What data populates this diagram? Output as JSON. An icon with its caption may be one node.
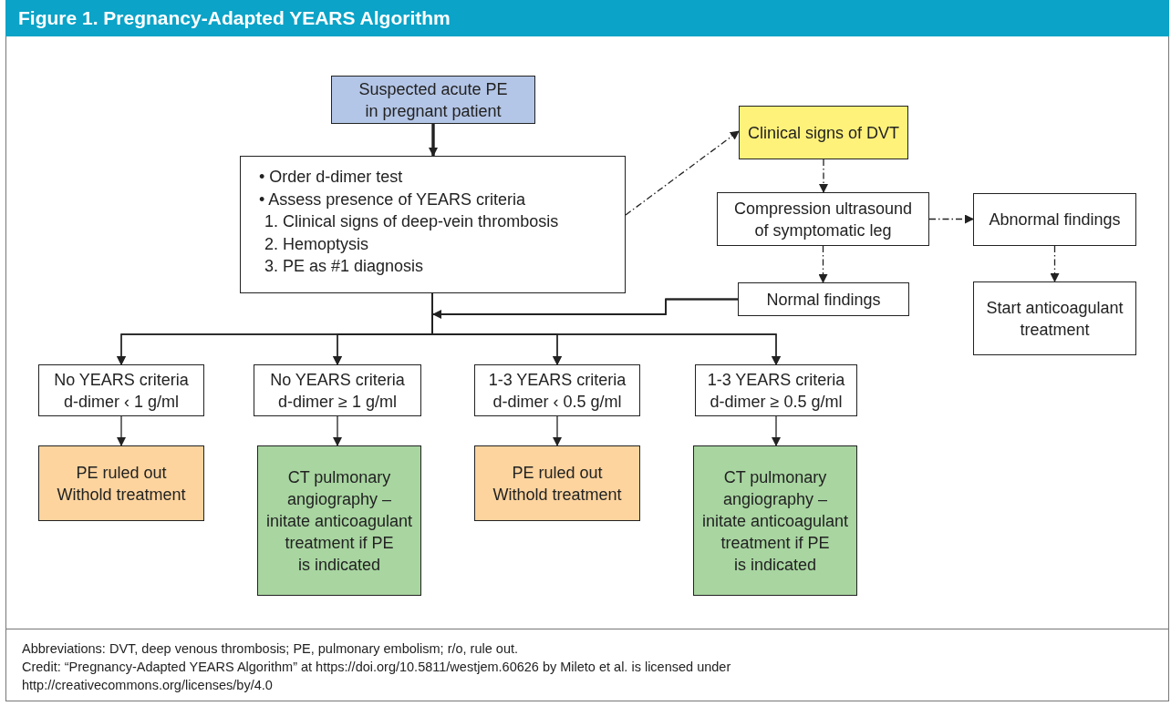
{
  "diagram": {
    "title": "Figure 1. Pregnancy-Adapted YEARS Algorithm",
    "nodes": [
      {
        "text": [
          "Suspected acute PE in pregnant patient"
        ]
      },
      {
        "text": [
          "• Order d-dimer test",
          "• Assess presence of YEARS criteria",
          "1. Clinical signs of deep-vein thrombosis",
          "2. Hemoptysis",
          "3. PE as #1 diagnosis"
        ]
      },
      {
        "text": [
          "Clinical signs of DVT"
        ]
      },
      {
        "text": [
          "Compression ultrasound of symptomatic leg"
        ]
      },
      {
        "text": [
          "Abnormal findings"
        ]
      },
      {
        "text": [
          "Start anticoagulant treatment"
        ]
      },
      {
        "text": [
          "Normal findings"
        ]
      },
      {
        "text": [
          "No YEARS criteria d-dimer ‹ 1 g/ml"
        ]
      },
      {
        "text": [
          "No YEARS criteria d-dimer ≥ 1 g/ml"
        ]
      },
      {
        "text": [
          "1-3 YEARS criteria d-dimer ‹ 0.5 g/ml"
        ]
      },
      {
        "text": [
          "1-3 YEARS criteria d-dimer ≥ 0.5 g/ml"
        ]
      },
      {
        "text": [
          "PE ruled out Withold treatment"
        ]
      },
      {
        "text": [
          "CT pulmonary angiography – initate anticoagulant treatment if PE is indicated"
        ]
      },
      {
        "text": [
          "PE ruled out Withold treatment"
        ]
      },
      {
        "text": [
          "CT pulmonary angiography – initate anticoagulant treatment if PE is indicated"
        ]
      }
    ],
    "edges": [
      {
        "from": 0,
        "to": 1,
        "arrow": "to",
        "style": "thick"
      },
      {
        "from": 1,
        "to": 2,
        "arrow": "to",
        "style": "dashed"
      },
      {
        "from": 2,
        "to": 3,
        "arrow": "to",
        "style": "dashed"
      },
      {
        "from": 3,
        "to": 4,
        "arrow": "to",
        "style": "dashed"
      },
      {
        "from": 4,
        "to": 5,
        "arrow": "to",
        "style": "dashed"
      },
      {
        "from": 3,
        "to": 6,
        "arrow": "to",
        "style": "dashed"
      },
      {
        "from": 1,
        "to": 7,
        "arrow": "to"
      },
      {
        "from": 1,
        "to": 8,
        "arrow": "to"
      },
      {
        "from": 1,
        "to": 9,
        "arrow": "to"
      },
      {
        "from": 1,
        "to": 10,
        "arrow": "to"
      },
      {
        "from": 6,
        "to": 7,
        "arrow": "to"
      },
      {
        "from": 6,
        "to": 8,
        "arrow": "to"
      },
      {
        "from": 6,
        "to": 9,
        "arrow": "to"
      },
      {
        "from": 6,
        "to": 10,
        "arrow": "to"
      },
      {
        "from": 7,
        "to": 11,
        "arrow": "to"
      },
      {
        "from": 8,
        "to": 12,
        "arrow": "to"
      },
      {
        "from": 9,
        "to": 13,
        "arrow": "to"
      },
      {
        "from": 10,
        "to": 14,
        "arrow": "to"
      }
    ],
    "labels": [
      "Abbreviations: DVT, deep venous thrombosis; PE, pulmonary embolism; r/o, rule out.",
      "Credit: “Pregnancy-Adapted YEARS Algorithm” at https://doi.org/10.5811/westjem.60626 by Mileto et al. is licensed under http://creativecommons.org/licenses/by/4.0"
    ]
  }
}
